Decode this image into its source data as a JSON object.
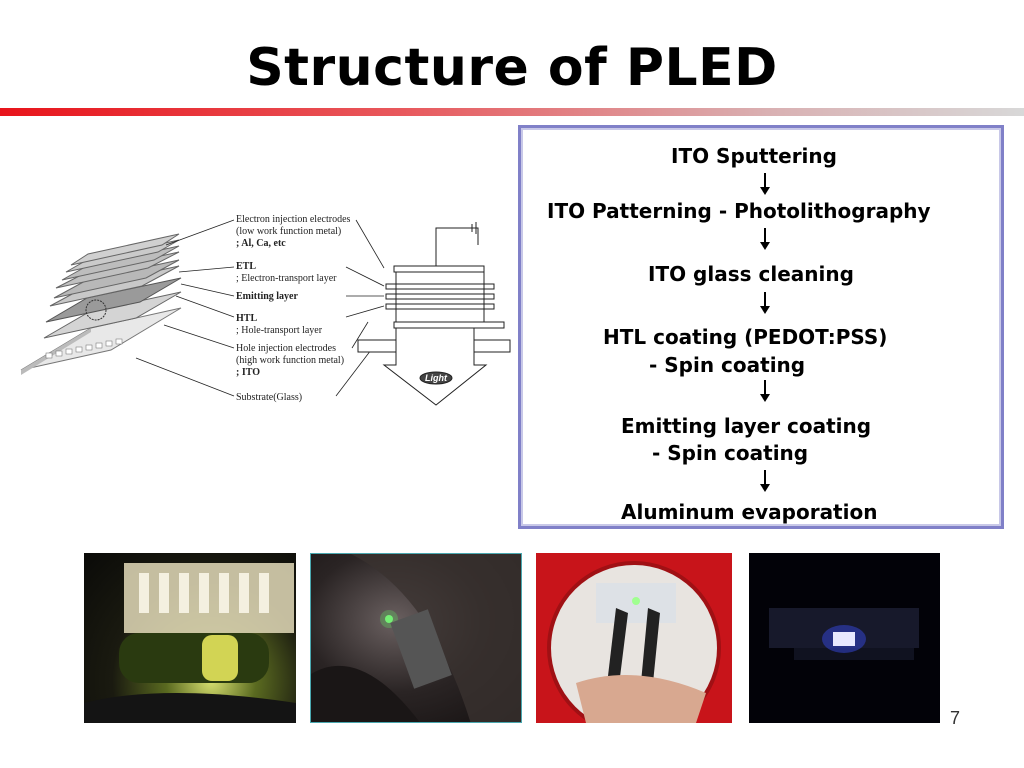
{
  "slide": {
    "title": "Structure of PLED",
    "page_number": "7"
  },
  "diagram": {
    "labels": [
      "Electron injection electrodes",
      "(low work function metal)",
      "; Al, Ca, etc",
      "ETL",
      "; Electron-transport layer",
      "Emitting layer",
      "HTL",
      "; Hole-transport layer",
      "Hole injection electrodes",
      "(high work function metal)",
      "; ITO",
      "Substrate(Glass)"
    ],
    "light_label": "Light"
  },
  "process_flow": {
    "steps": [
      "ITO Sputtering",
      "ITO Patterning - Photolithography",
      "ITO glass cleaning",
      "HTL coating (PEDOT:PSS)",
      "- Spin coating",
      "Emitting layer coating",
      "- Spin coating",
      "Aluminum evaporation"
    ]
  },
  "colors": {
    "title_rule_start": "#e8141b",
    "title_rule_end": "#d8d8d8",
    "flow_border": "#8080c8"
  }
}
